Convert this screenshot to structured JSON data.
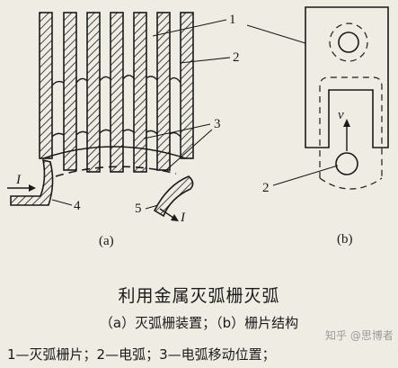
{
  "labels": {
    "a": {
      "n1": "1",
      "n2": "2",
      "n3": "3",
      "n4": "4",
      "n5": "5",
      "current_in": "I",
      "current_out": "I",
      "sub_label": "(a)"
    },
    "b": {
      "n1_arrow_hint": "",
      "n2": "2",
      "velocity": "v",
      "sub_label": "(b)"
    }
  },
  "caption": {
    "title": "利用金属灭弧栅灭弧",
    "subtitle": "（a）灭弧栅装置；（b）栅片结构",
    "legend": "1—灭弧栅片；2—电弧；3—电弧移动位置；"
  },
  "watermark": "知乎 @思博者",
  "colors": {
    "ink": "#1a1a1a",
    "paper": "#efece4"
  }
}
